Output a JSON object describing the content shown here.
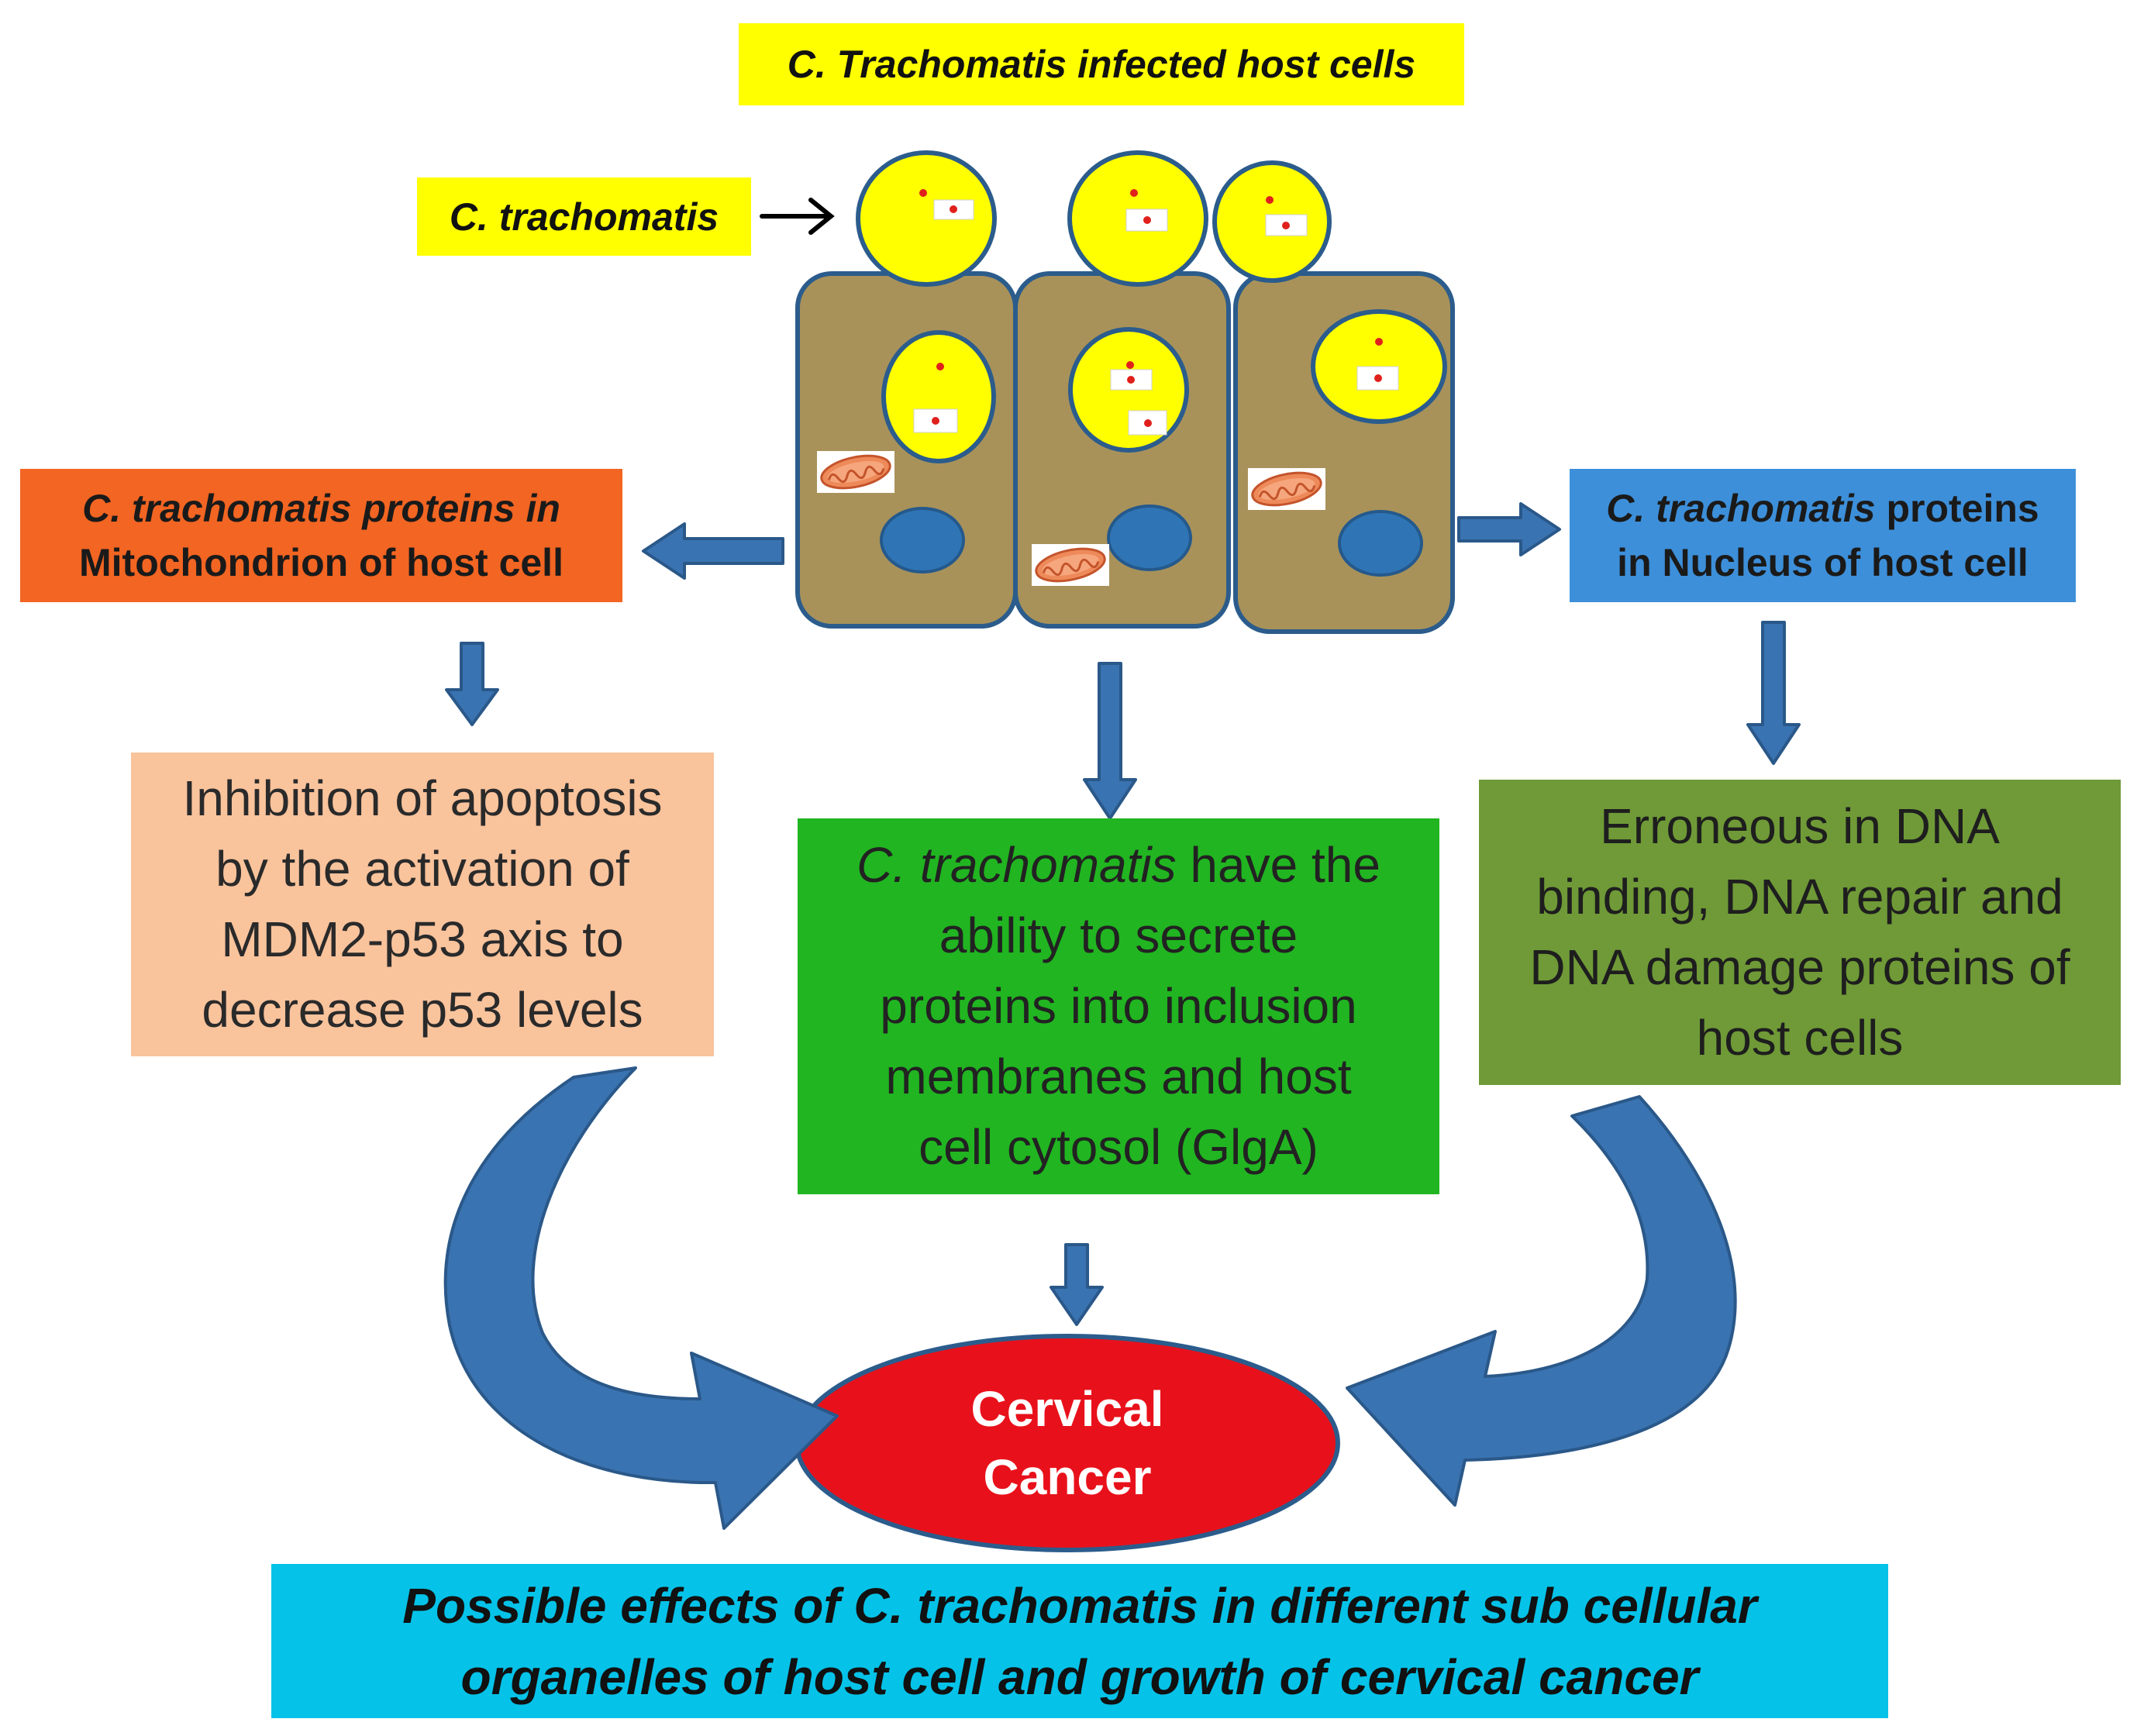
{
  "title": "C. Trachomatis infected host cells",
  "pathogen_label": "C. trachomatis",
  "mitochondrion_box": {
    "line1": "C. trachomatis proteins in",
    "line2": "Mitochondrion of host cell"
  },
  "nucleus_box": {
    "line1_italic": "C. trachomatis",
    "line1_rest": " proteins",
    "line2": "in Nucleus of host cell"
  },
  "apoptosis_box": {
    "lines": [
      "Inhibition of apoptosis",
      "by the activation of",
      "MDM2-p53 axis to",
      "decrease p53 levels"
    ]
  },
  "secretion_box": {
    "line1_italic": "C. trachomatis",
    "line1_rest": " have the",
    "lines": [
      "ability to secrete",
      "proteins into inclusion",
      "membranes and host",
      "cell cytosol (GlgA)"
    ]
  },
  "dna_box": {
    "lines": [
      "Erroneous in DNA",
      "binding, DNA repair and",
      "DNA damage proteins of",
      "host cells"
    ]
  },
  "outcome": {
    "line1": "Cervical",
    "line2": "Cancer"
  },
  "caption": {
    "line1": "Possible effects of C. trachomatis in different sub cellular",
    "line2": "organelles of host cell and growth of cervical cancer"
  },
  "colors": {
    "label_yellow": "#ffff00",
    "mitochondrion_box": "#f26522",
    "nucleus_box": "#3d8fd9",
    "apoptosis_box": "#f9c39c",
    "secretion_box": "#21b521",
    "dna_box": "#6f9a37",
    "caption_box": "#05c2e8",
    "cell_fill": "#a8925a",
    "cell_outline": "#2b5c8c",
    "nucleus": "#2f75b5",
    "arrow": "#3a73b1",
    "cancer_node": "#e8111b"
  }
}
